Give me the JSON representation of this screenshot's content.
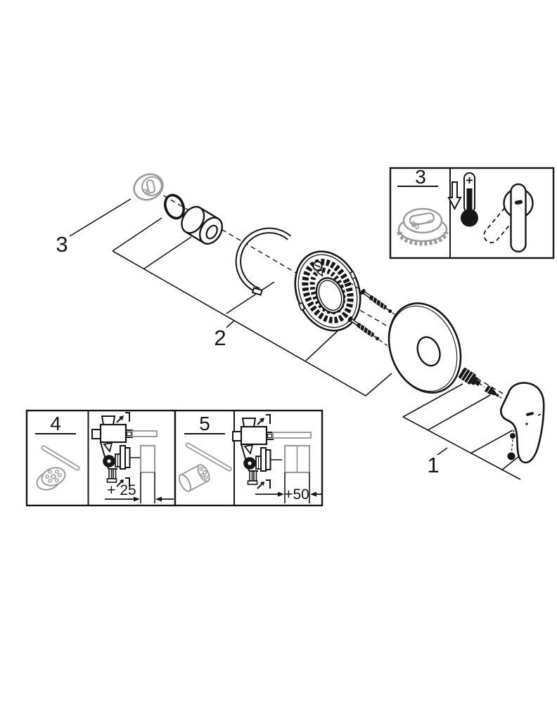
{
  "colors": {
    "background": "#ffffff",
    "line": "#161616",
    "part_gray": "#9a9a9a"
  },
  "callouts": {
    "group1": "1",
    "group2": "2",
    "group3": "3"
  },
  "insets": {
    "detail3": {
      "label": "3",
      "icons": [
        "stop-ring-icon",
        "thermometer-limit-icon",
        "down-arrow-icon",
        "lever-swing-icon"
      ]
    },
    "ext25": {
      "label": "4",
      "dimension": "+ 25",
      "icons": [
        "pin-icon",
        "knurled-extension-icon",
        "valve-cross-section-icon",
        "rotate-icon"
      ]
    },
    "ext50": {
      "label": "5",
      "dimension": "+50",
      "icons": [
        "pin-icon",
        "knurled-extension-icon",
        "valve-cross-section-icon",
        "rotate-icon"
      ]
    }
  },
  "parts": [
    "stop-cap",
    "o-ring",
    "spacer-sleeve",
    "retaining-ring",
    "mounting-plate",
    "fixing-screws",
    "escutcheon",
    "handle-adapter",
    "handle-screw",
    "lever-handle",
    "set-screws"
  ]
}
